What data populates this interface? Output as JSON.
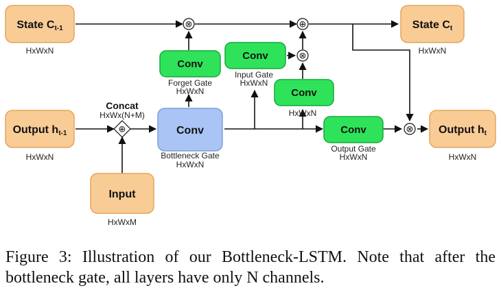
{
  "nodes": {
    "state_prev": {
      "label": "State C",
      "sub": "t-1",
      "dim": "HxWxN"
    },
    "state_next": {
      "label": "State C",
      "sub": "t",
      "dim": "HxWxN"
    },
    "output_prev": {
      "label": "Output h",
      "sub": "t-1",
      "dim": "HxWxN"
    },
    "output_next": {
      "label": "Output h",
      "sub": "t",
      "dim": "HxWxN"
    },
    "input": {
      "label": "Input",
      "dim": "HxWxM"
    },
    "bottleneck": {
      "label": "Conv",
      "gate": "Bottleneck Gate",
      "dim": "HxWxN"
    },
    "forget": {
      "label": "Conv",
      "gate": "Forget Gate",
      "dim": "HxWxN"
    },
    "input_gate": {
      "label": "Conv",
      "gate": "Input Gate",
      "dim": "HxWxN"
    },
    "candidate": {
      "label": "Conv",
      "dim": "HxWxN"
    },
    "output_gate": {
      "label": "Conv",
      "gate": "Output Gate",
      "dim": "HxWxN"
    }
  },
  "concat": {
    "title": "Concat",
    "dim": "HxWx(N+M)"
  },
  "operators": {
    "multiply": "⊗",
    "add": "⊕"
  },
  "colors": {
    "orange_fill": "#F9CC96",
    "orange_stroke": "#E4A55E",
    "blue_fill": "#A9C4F5",
    "blue_stroke": "#7E9FD8",
    "green_fill": "#2EE35A",
    "green_stroke": "#17A83A",
    "line": "#111111"
  },
  "caption": "Figure 3: Illustration of our Bottleneck-LSTM. Note that after the bottleneck gate, all layers have only N channels."
}
